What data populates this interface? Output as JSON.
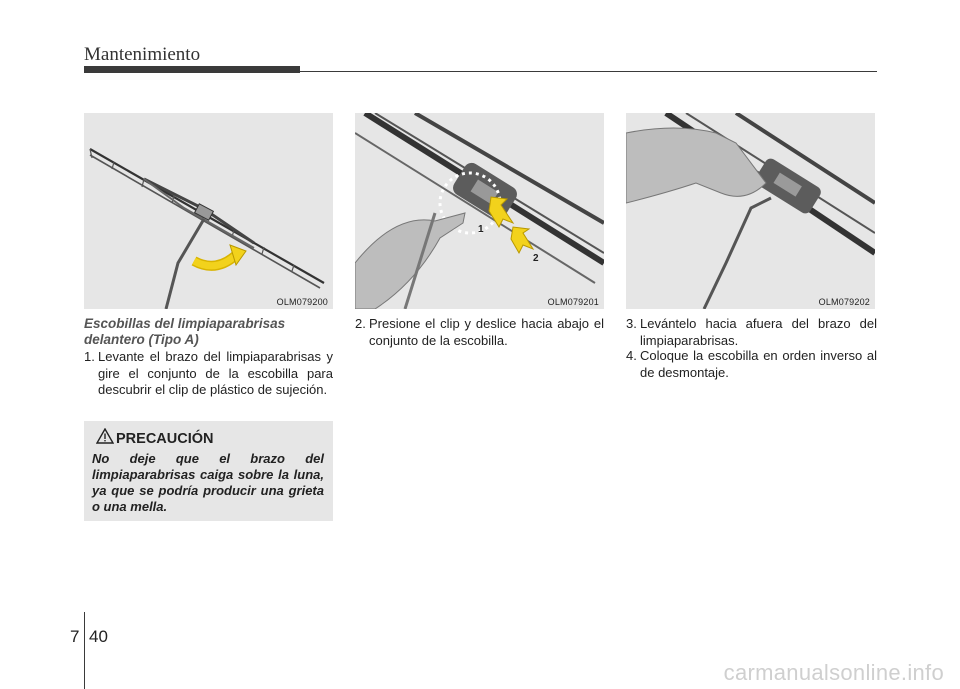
{
  "header": {
    "section_title": "Mantenimiento"
  },
  "figures": [
    {
      "code": "OLM079200"
    },
    {
      "code": "OLM079201",
      "callouts": [
        "1",
        "2"
      ]
    },
    {
      "code": "OLM079202"
    }
  ],
  "column1": {
    "subtitle": "Escobillas del limpiaparabrisas delantero (Tipo A)",
    "step1_num": "1.",
    "step1_text": "Levante el brazo del limpiaparabrisas y gire el conjunto de la escobilla para descubrir el clip de plástico de sujeción."
  },
  "caution": {
    "title": "PRECAUCIÓN",
    "text": "No deje que el brazo del limpiaparabrisas caiga sobre la luna, ya que se podría producir una grieta o una mella."
  },
  "column2": {
    "step2_num": "2.",
    "step2_text": "Presione el clip y deslice hacia abajo el conjunto de la escobilla."
  },
  "column3": {
    "step3_num": "3.",
    "step3_text": "Levántelo hacia afuera del brazo del limpiaparabrisas.",
    "step4_num": "4.",
    "step4_text": "Coloque la escobilla en orden inverso al de desmontaje."
  },
  "footer": {
    "chapter": "7",
    "page": "40"
  },
  "watermark": "carmanualsonline.info",
  "colors": {
    "figure_bg": "#e6e6e6",
    "arrow_yellow": "#f2d21c",
    "rule": "#3a3a3a"
  }
}
